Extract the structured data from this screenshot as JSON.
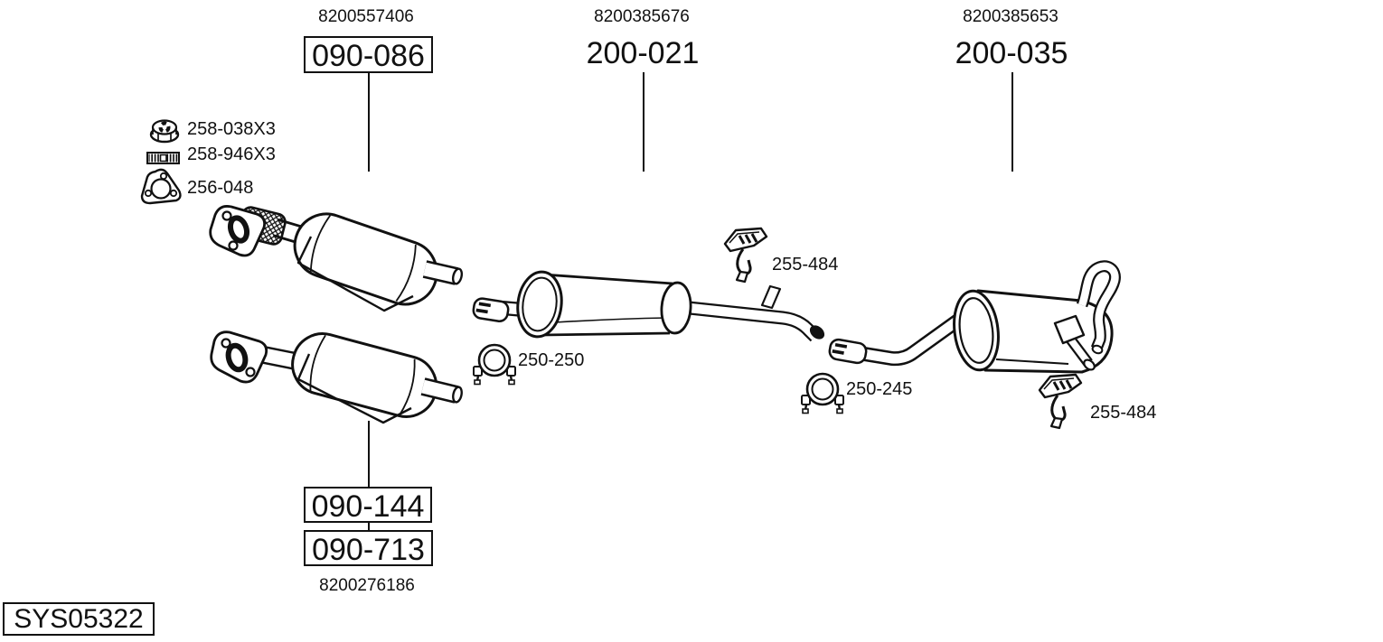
{
  "diagram": {
    "system_code": "SYS05322",
    "colors": {
      "line": "#111111",
      "background": "#ffffff"
    },
    "top_groups": [
      {
        "oe_number": "8200557406",
        "part_code": "090-086",
        "boxed": true,
        "drawing": "front-catalytic-converter-with-flex"
      },
      {
        "oe_number": "8200385676",
        "part_code": "200-021",
        "boxed": false,
        "drawing": "middle-muffler-assembly"
      },
      {
        "oe_number": "8200385653",
        "part_code": "200-035",
        "boxed": false,
        "drawing": "rear-muffler-assembly"
      }
    ],
    "hardware_parts": [
      {
        "part_code": "258-038X3",
        "icon": "flange-nut-icon"
      },
      {
        "part_code": "258-946X3",
        "icon": "stud-bolt-icon"
      },
      {
        "part_code": "256-048",
        "icon": "gasket-icon"
      }
    ],
    "mounting_parts": [
      {
        "part_code": "250-250",
        "icon": "pipe-clamp-icon"
      },
      {
        "part_code": "255-484",
        "icon": "rubber-hanger-icon"
      },
      {
        "part_code": "250-245",
        "icon": "pipe-clamp-icon"
      },
      {
        "part_code": "255-484",
        "icon": "rubber-hanger-icon"
      }
    ],
    "bottom_group": {
      "part_codes": [
        "090-144",
        "090-713"
      ],
      "oe_number": "8200276186",
      "drawing": "catalytic-converter"
    }
  }
}
